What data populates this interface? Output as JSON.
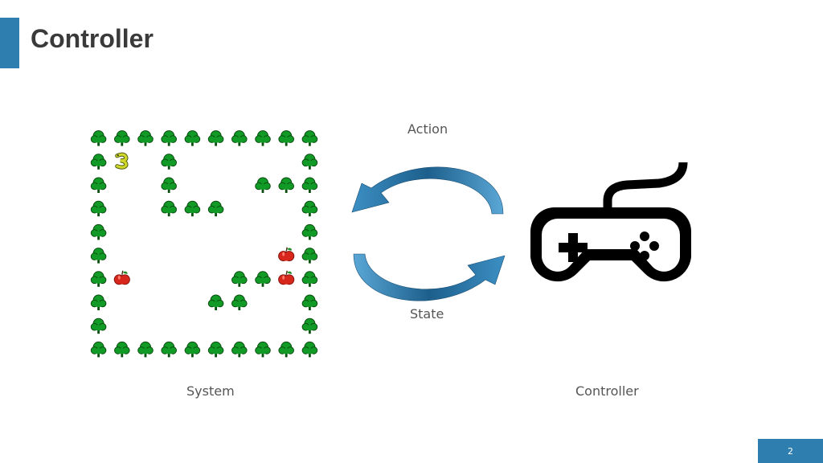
{
  "slide": {
    "title": "Controller",
    "page_number": "2",
    "accent_color": "#2e7fb0"
  },
  "diagram": {
    "action_label": "Action",
    "state_label": "State",
    "system_label": "System",
    "controller_label": "Controller",
    "arrow_color": "#2b6f99",
    "icons": [
      "tree-icon",
      "apple-icon",
      "snake-icon",
      "gamepad-icon",
      "cycle-arrow-icon"
    ]
  },
  "grid": {
    "rows": 10,
    "cols": 10,
    "map": [
      "TTTTTTTTTT",
      "TS.T.....T",
      "T..T...TTT",
      "T..TTT...T",
      "T........T",
      "T.......AT",
      "TA....TTAT",
      "T....TT..T",
      "T........T",
      "TTTTTTTTTT"
    ]
  }
}
